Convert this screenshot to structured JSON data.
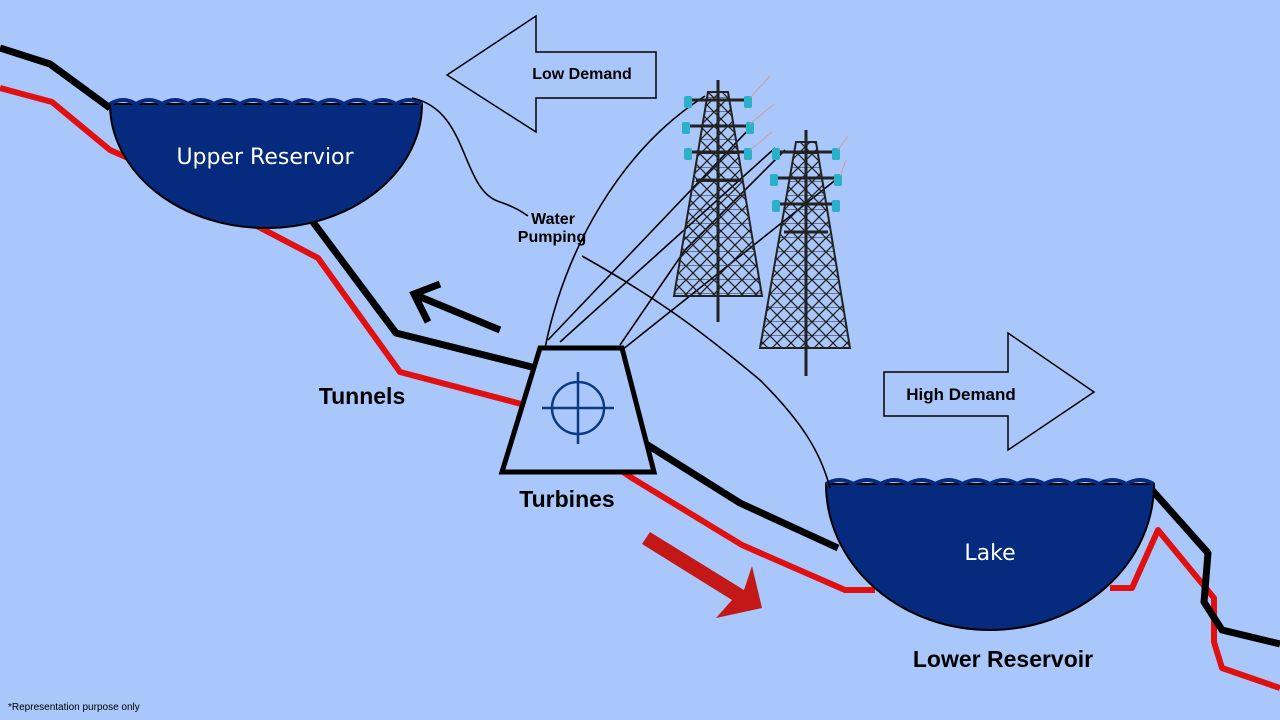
{
  "labels": {
    "upper_reservoir": "Upper Reservior",
    "lake": "Lake",
    "lower_reservoir": "Lower Reservoir",
    "tunnels": "Tunnels",
    "turbines": "Turbines",
    "water": "Water",
    "pumping": "Pumping",
    "low_demand": "Low Demand",
    "high_demand": "High Demand",
    "footnote": "*Representation purpose only"
  },
  "colors": {
    "background": "#a9c7fb",
    "water": "#062a7e",
    "red_line": "#e01010",
    "arrow_red": "#c41818",
    "ink": "#000000",
    "insulator": "#2ab0c8"
  }
}
